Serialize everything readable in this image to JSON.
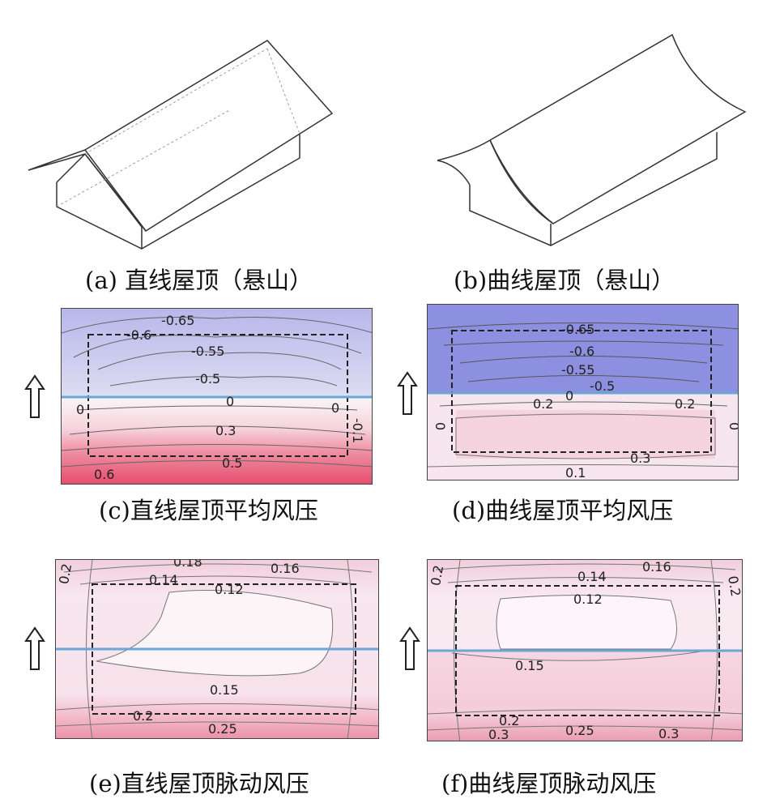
{
  "figure": {
    "captions": {
      "a": "(a)  直线屋顶（悬山）",
      "b": "(b)曲线屋顶（悬山）",
      "c": "(c)直线屋顶平均风压",
      "d": "(d)曲线屋顶平均风压",
      "e": "(e)直线屋顶脉动风压",
      "f": "(f)曲线屋顶脉动风压"
    },
    "contours": {
      "c": [
        "-0.65",
        "-0.6",
        "-0.55",
        "-0.5",
        "0",
        "0",
        "0",
        "-0.1",
        "0.3",
        "0.5",
        "0.6"
      ],
      "d": [
        "-0.65",
        "-0.6",
        "-0.55",
        "-0.5",
        "0",
        "0.2",
        "0.2",
        "0",
        "0",
        "0.3",
        "0.1"
      ],
      "e": [
        "0.2",
        "0.18",
        "0.16",
        "0.14",
        "0.12",
        "0.15",
        "0.2",
        "0.25"
      ],
      "f": [
        "0.2",
        "0.16",
        "0.14",
        "0.12",
        "0.2",
        "0.15",
        "0.2",
        "0.25",
        "0.3",
        "0.3"
      ]
    },
    "colors": {
      "negative_strong": "#8d8fe0",
      "negative_light": "#c8c6ee",
      "positive_light": "#f6dbe6",
      "positive_strong": "#ec6b86",
      "ridge_line": "#6aa6d6"
    }
  }
}
